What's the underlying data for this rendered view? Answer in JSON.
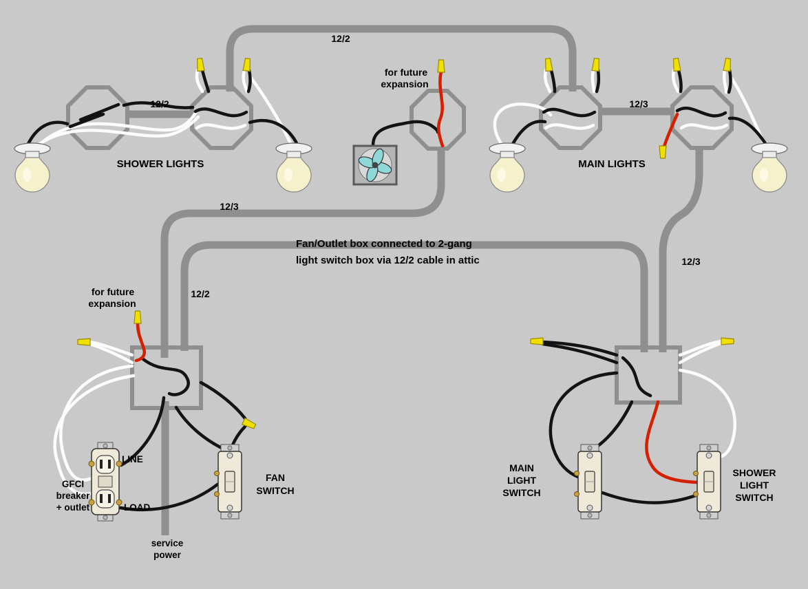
{
  "colors": {
    "background": "#c9c9c9",
    "cable": "#8f8f8f",
    "box": "#8f8f8f",
    "wire_black": "#131313",
    "wire_white": "#fcfcfc",
    "wire_red": "#d42000",
    "wire_nut": "#f0e000",
    "bulb": "#f6f1cd",
    "fan_blade": "#8fd8d8",
    "device_body": "#efe9da",
    "label_text": "#000000"
  },
  "labels": {
    "cable_top": "12/2",
    "cable_shower_link": "12/2",
    "cable_main_link": "12/3",
    "cable_attic_upper": "12/3",
    "cable_attic_lower": "12/2",
    "cable_right_drop": "12/3",
    "shower_lights": "SHOWER LIGHTS",
    "main_lights": "MAIN LIGHTS",
    "future_expansion_top": [
      "for future",
      "expansion"
    ],
    "future_expansion_left": [
      "for future",
      "expansion"
    ],
    "attic_note": [
      "Fan/Outlet box connected to 2-gang",
      "light switch box via 12/2 cable in attic"
    ],
    "line": "LINE",
    "load": "LOAD",
    "gfci": [
      "GFCI",
      "breaker",
      "+ outlet"
    ],
    "fan_switch": [
      "FAN",
      "SWITCH"
    ],
    "main_light_switch": [
      "MAIN",
      "LIGHT",
      "SWITCH"
    ],
    "shower_light_switch": [
      "SHOWER",
      "LIGHT",
      "SWITCH"
    ],
    "service_power": [
      "service",
      "power"
    ]
  }
}
